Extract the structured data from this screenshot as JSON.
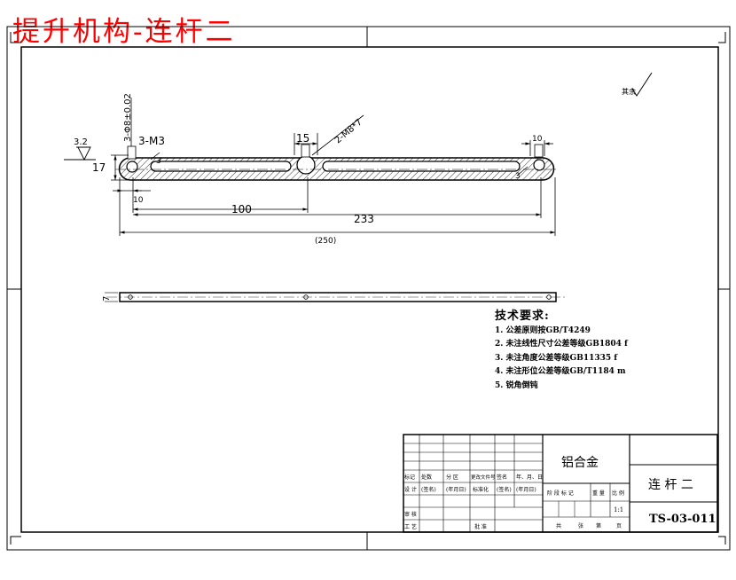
{
  "title": "提升机构-连杆二",
  "roughness": {
    "local": "3.2",
    "other": "其余"
  },
  "dimensions": {
    "thread_vertical": "3-Φ8±0.02",
    "thread_main": "3-M3",
    "spacing_15": "15",
    "slot": "2-M8*7",
    "height_17": "17",
    "r3_left": "3",
    "r3_right": "3",
    "top_10": "10",
    "left_10": "10",
    "d100": "100",
    "d233": "233",
    "d250": "(250)",
    "thickness": "7"
  },
  "tech_requirements": {
    "heading": "技术要求:",
    "items": [
      "1. 公差原则按GB/T4249",
      "2. 未注线性尺寸公差等级GB1804 f",
      "3. 未注角度公差等级GB11335 f",
      "4. 未注形位公差等级GB/T1184 m",
      "5. 锐角倒钝"
    ]
  },
  "title_block": {
    "material": "铝合金",
    "part_name": "连 杆 二",
    "drawing_no": "TS-03-011",
    "scale": "1:1",
    "left_headers": [
      "标记",
      "处数",
      "分 区",
      "更改文件号",
      "签名",
      "年、月、日"
    ],
    "design_row": [
      "设 计",
      "(签名)",
      "(年月日)",
      "标准化",
      "(签名)",
      "(年月日)"
    ],
    "stage_row": [
      "阶 段 标 记",
      "重 量",
      "比 例"
    ],
    "review": "审 核",
    "process": "工 艺",
    "approve": "批 准",
    "sheet_row": [
      "共",
      "张",
      "第",
      "页"
    ]
  }
}
